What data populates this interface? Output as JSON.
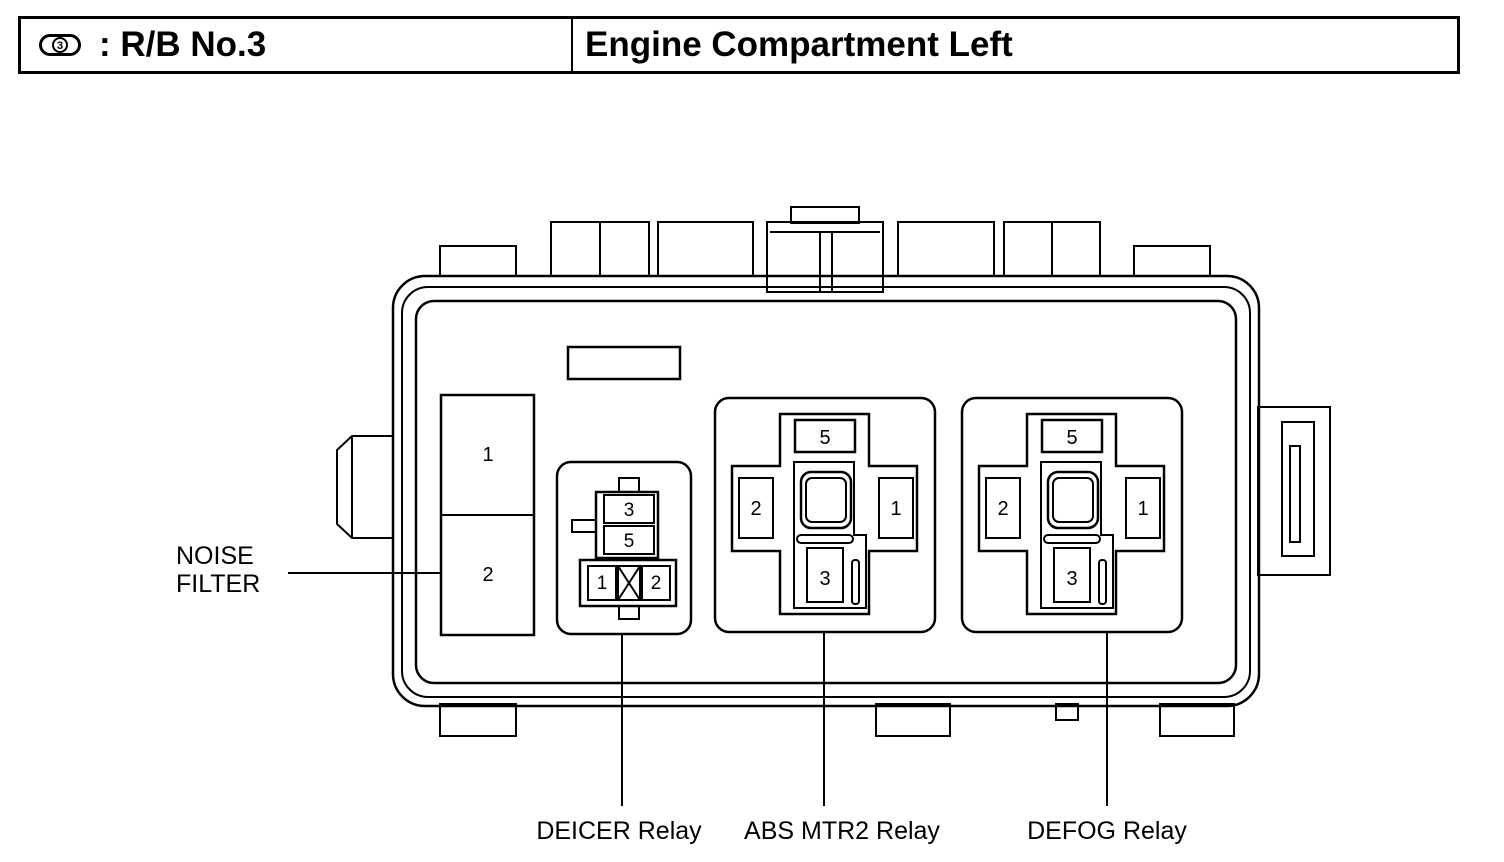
{
  "header": {
    "badge": "3",
    "box_label": ": R/B No.3",
    "location": "Engine Compartment Left"
  },
  "noise_filter": {
    "label_line1": "NOISE",
    "label_line2": "FILTER",
    "terminal_top": "1",
    "terminal_bottom": "2"
  },
  "deicer": {
    "label": "DEICER Relay",
    "pins": [
      "3",
      "5",
      "1",
      "2"
    ]
  },
  "abs_mtr2": {
    "label": "ABS MTR2 Relay",
    "pins": [
      "5",
      "2",
      "1",
      "3"
    ]
  },
  "defog": {
    "label": "DEFOG Relay",
    "pins": [
      "5",
      "2",
      "1",
      "3"
    ]
  }
}
